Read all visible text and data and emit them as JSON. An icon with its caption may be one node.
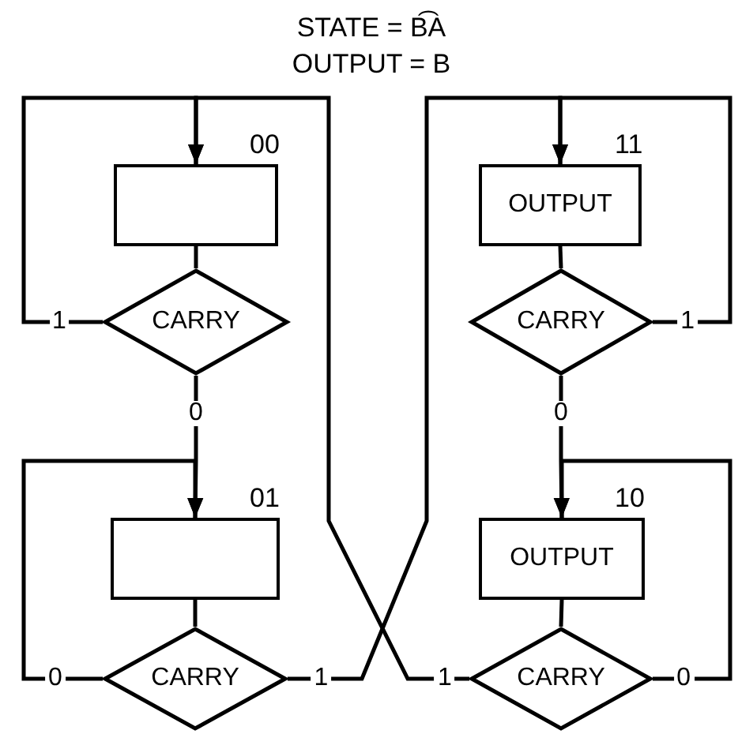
{
  "diagram": {
    "nodes": [
      {
        "text": [],
        "shape": "box",
        "beside": [
          "00"
        ]
      },
      {
        "text": [
          "OUTPUT"
        ],
        "beside": [
          "11"
        ]
      },
      {
        "text": [
          "CARRY"
        ]
      },
      {
        "text": [
          "CARRY"
        ]
      },
      {
        "text": [],
        "shape": "box",
        "beside": [
          "01"
        ]
      },
      {
        "text": [
          "OUTPUT"
        ],
        "beside": [
          "10"
        ]
      },
      {
        "text": [
          "CARRY"
        ]
      },
      {
        "text": [
          "CARRY"
        ]
      }
    ],
    "edges": [
      {
        "from": 0,
        "to": 2,
        "arrow": "none"
      },
      {
        "from": 2,
        "to": 0,
        "arrow": "to",
        "label": "1"
      },
      {
        "from": 2,
        "to": 4,
        "arrow": "to",
        "label": "0"
      },
      {
        "from": 1,
        "to": 3,
        "arrow": "none"
      },
      {
        "from": 3,
        "to": 1,
        "arrow": "to",
        "label": "1"
      },
      {
        "from": 3,
        "to": 5,
        "arrow": "to",
        "label": "0"
      },
      {
        "from": 4,
        "to": 6,
        "arrow": "none"
      },
      {
        "from": 6,
        "to": 4,
        "arrow": "to",
        "label": "0"
      },
      {
        "from": 6,
        "to": 1,
        "arrow": "to",
        "label": "1"
      },
      {
        "from": 5,
        "to": 7,
        "arrow": "none"
      },
      {
        "from": 7,
        "to": 5,
        "arrow": "to",
        "label": "0"
      },
      {
        "from": 7,
        "to": 0,
        "arrow": "to",
        "label": "1"
      }
    ],
    "labels": [
      "STATE = B͡A",
      "OUTPUT = B"
    ]
  }
}
